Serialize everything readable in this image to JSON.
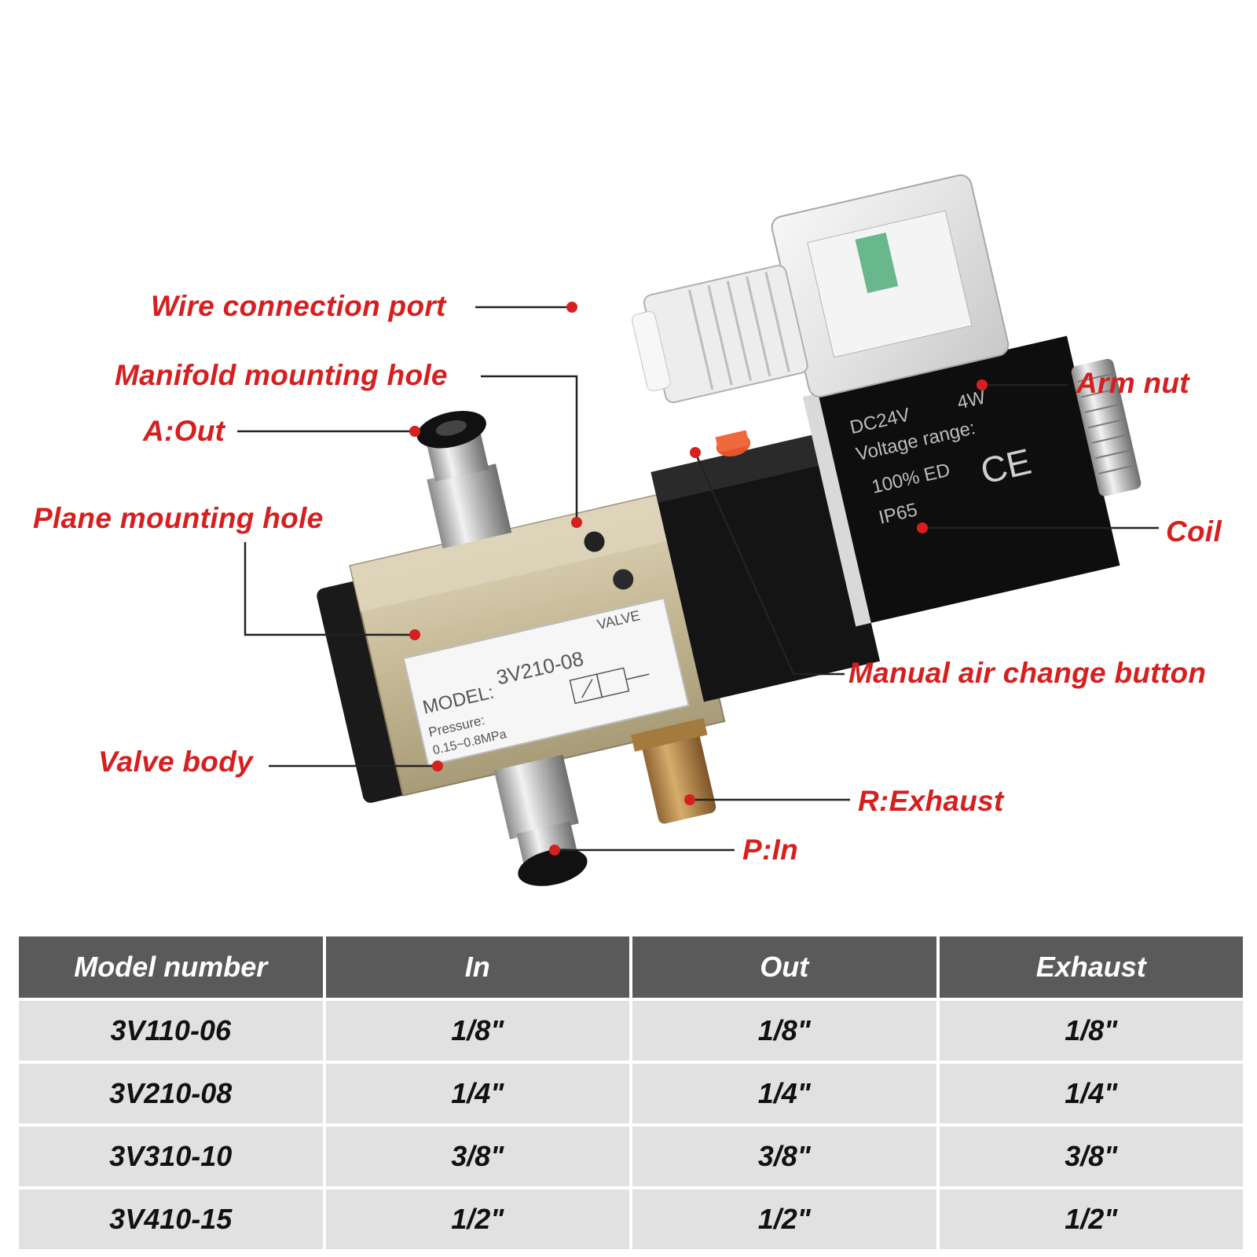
{
  "callouts": {
    "wire_connection_port": "Wire connection port",
    "manifold_mounting_hole": "Manifold mounting hole",
    "a_out": "A:Out",
    "plane_mounting_hole": "Plane mounting hole",
    "valve_body": "Valve body",
    "arm_nut": "Arm nut",
    "coil": "Coil",
    "manual_air_change_button": "Manual air change button",
    "r_exhaust": "R:Exhaust",
    "p_in": "P:In"
  },
  "product_label": {
    "valve": "VALVE",
    "model_prefix": "MODEL:",
    "model": "3V210-08",
    "pressure_label": "Pressure:",
    "pressure_value": "0.15~0.8MPa"
  },
  "coil_label": {
    "voltage": "DC24V",
    "power": "4W",
    "voltage_range": "Voltage  range:",
    "duty": "100% ED",
    "ip": "IP65",
    "ce": "CE"
  },
  "table": {
    "headers": [
      "Model number",
      "In",
      "Out",
      "Exhaust"
    ],
    "rows": [
      [
        "3V110-06",
        "1/8\"",
        "1/8\"",
        "1/8\""
      ],
      [
        "3V210-08",
        "1/4\"",
        "1/4\"",
        "1/4\""
      ],
      [
        "3V310-10",
        "3/8\"",
        "3/8\"",
        "3/8\""
      ],
      [
        "3V410-15",
        "1/2\"",
        "1/2\"",
        "1/2\""
      ]
    ]
  },
  "colors": {
    "callout": "#d61f1f",
    "header_bg": "#5a5a5a",
    "row_bg": "#e1e1e1",
    "valve_body": "#c9bd9e",
    "coil": "#111111",
    "exhaust_muffler": "#b8894a",
    "manual_button": "#e8532a"
  }
}
